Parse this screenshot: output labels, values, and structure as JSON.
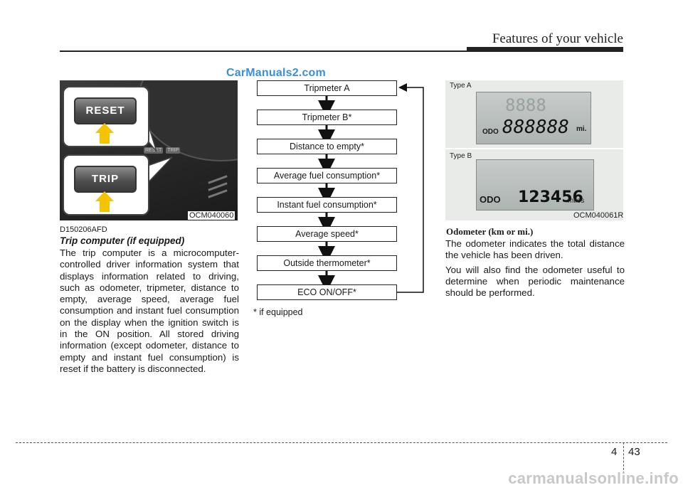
{
  "header": {
    "section_title": "Features of your vehicle"
  },
  "watermarks": {
    "top": "CarManuals2.com",
    "bottom": "carmanualsonline.info"
  },
  "photo": {
    "reset_label": "RESET",
    "trip_label": "TRIP",
    "mini_reset": "RESET",
    "mini_trip": "TRIP",
    "code": "OCM040060"
  },
  "trip_section": {
    "code": "D150206AFD",
    "heading": "Trip computer (if equipped)",
    "body": "The trip computer is a microcomputer-controlled driver information system that displays information related to driving, such as odometer, tripmeter, distance to empty, average speed, average fuel consumption and instant fuel consumption on the display when the ignition switch is in the ON position. All stored driving information (except odometer, distance to empty and instant fuel consumption) is reset if the battery is disconnected."
  },
  "flow": {
    "items": [
      "Tripmeter A",
      "Tripmeter B*",
      "Distance to empty*",
      "Average fuel consumption*",
      "Instant fuel consumption*",
      "Average speed*",
      "Outside thermometer*",
      "ECO ON/OFF*"
    ],
    "footnote": "* if equipped"
  },
  "display_figure": {
    "type_a_label": "Type A",
    "type_a_odo": "ODO",
    "type_a_digits": "888888",
    "type_a_unit": "mi.",
    "type_b_label": "Type B",
    "type_b_odo": "ODO",
    "type_b_digits": "123456",
    "type_b_unit": "miles",
    "code": "OCM040061R"
  },
  "odometer_section": {
    "heading": "Odometer (km or mi.)",
    "para1": "The odometer indicates the total distance the vehicle has been driven.",
    "para2": "You will also find the odometer useful to determine when periodic maintenance should be performed."
  },
  "footer": {
    "chapter": "4",
    "page": "43"
  },
  "colors": {
    "button_arrow": "#f5c400",
    "watermark_blue": "#3a8fd6"
  }
}
